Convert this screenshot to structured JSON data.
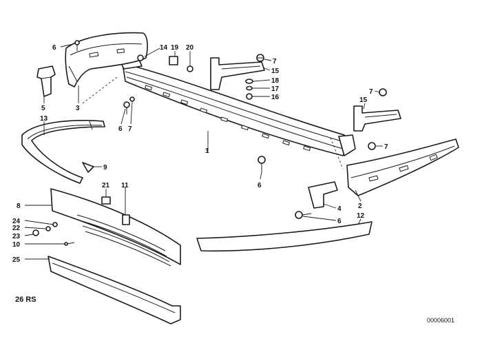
{
  "diagram": {
    "callouts": [
      {
        "id": "c6a",
        "text": "6"
      },
      {
        "id": "c14",
        "text": "14"
      },
      {
        "id": "c19",
        "text": "19"
      },
      {
        "id": "c20",
        "text": "20"
      },
      {
        "id": "c7a",
        "text": "7"
      },
      {
        "id": "c15a",
        "text": "15"
      },
      {
        "id": "c18",
        "text": "18"
      },
      {
        "id": "c17",
        "text": "17"
      },
      {
        "id": "c16",
        "text": "16"
      },
      {
        "id": "c7b",
        "text": "7"
      },
      {
        "id": "c15b",
        "text": "15"
      },
      {
        "id": "c5",
        "text": "5"
      },
      {
        "id": "c3",
        "text": "3"
      },
      {
        "id": "c6b",
        "text": "6"
      },
      {
        "id": "c7c",
        "text": "7"
      },
      {
        "id": "c13",
        "text": "13"
      },
      {
        "id": "c1",
        "text": "1"
      },
      {
        "id": "c7d",
        "text": "7"
      },
      {
        "id": "c9",
        "text": "9"
      },
      {
        "id": "c6c",
        "text": "6"
      },
      {
        "id": "c21",
        "text": "21"
      },
      {
        "id": "c11",
        "text": "11"
      },
      {
        "id": "c2",
        "text": "2"
      },
      {
        "id": "c4",
        "text": "4"
      },
      {
        "id": "c8",
        "text": "8"
      },
      {
        "id": "c6d",
        "text": "6"
      },
      {
        "id": "c24",
        "text": "24"
      },
      {
        "id": "c22",
        "text": "22"
      },
      {
        "id": "c23",
        "text": "23"
      },
      {
        "id": "c12",
        "text": "12"
      },
      {
        "id": "c10",
        "text": "10"
      },
      {
        "id": "c25",
        "text": "25"
      }
    ],
    "note": "26  RS",
    "reference": "00006001"
  }
}
